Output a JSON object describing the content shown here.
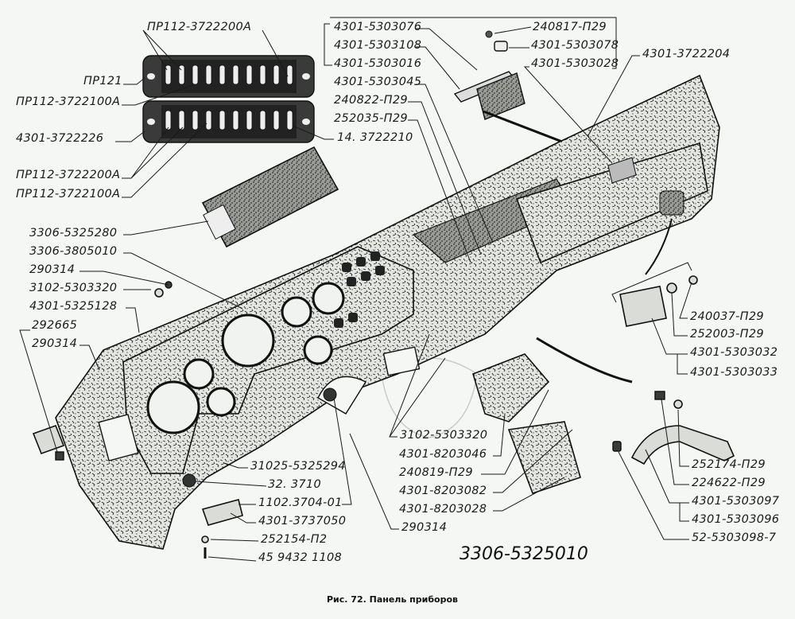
{
  "figure": {
    "caption": "Рис. 72. Панель приборов",
    "assembly_number": "3306-5325010"
  },
  "parts": {
    "fuse_blocks": [
      {
        "id": "pr112_3722200a_top",
        "label": "ПР112-3722200А"
      },
      {
        "id": "pr121",
        "label": "ПР121"
      },
      {
        "id": "pr112_3722100a_top",
        "label": "ПР112-3722100А"
      },
      {
        "id": "n4301_3722226",
        "label": "4301-3722226"
      },
      {
        "id": "pr112_3722200a_bot",
        "label": "ПР112-3722200А"
      },
      {
        "id": "pr112_3722100a_bot",
        "label": "ПР112-3722100А"
      },
      {
        "id": "n14_3722210",
        "label": "14. 3722210"
      }
    ],
    "glovebox_lock": [
      {
        "id": "n4301_5303076",
        "label": "4301-5303076"
      },
      {
        "id": "n4301_5303108",
        "label": "4301-5303108"
      },
      {
        "id": "n4301_5303016",
        "label": "4301-5303016"
      },
      {
        "id": "n240817_p29",
        "label": "240817-П29"
      },
      {
        "id": "n4301_5303078",
        "label": "4301-5303078"
      },
      {
        "id": "n4301_5303028",
        "label": "4301-5303028"
      },
      {
        "id": "n4301_3722204",
        "label": "4301-3722204"
      },
      {
        "id": "n4301_5303045",
        "label": "4301-5303045"
      },
      {
        "id": "n240822_p29",
        "label": "240822-П29"
      },
      {
        "id": "n252035_p29",
        "label": "252035-П29"
      }
    ],
    "left_side": [
      {
        "id": "n3306_5325280",
        "label": "3306-5325280"
      },
      {
        "id": "n3306_3805010",
        "label": "3306-3805010"
      },
      {
        "id": "n290314_a",
        "label": "290314"
      },
      {
        "id": "n3102_5303320_a",
        "label": "3102-5303320"
      },
      {
        "id": "n4301_5325128",
        "label": "4301-5325128"
      },
      {
        "id": "n292665",
        "label": "292665"
      },
      {
        "id": "n290314_b",
        "label": "290314"
      }
    ],
    "hinge": [
      {
        "id": "n240037_p29",
        "label": "240037-П29"
      },
      {
        "id": "n252003_p29",
        "label": "252003-П29"
      },
      {
        "id": "n4301_5303032",
        "label": "4301-5303032"
      },
      {
        "id": "n4301_5303033",
        "label": "4301-5303033"
      }
    ],
    "center_bottom": [
      {
        "id": "n3102_5303320_b",
        "label": "3102-5303320"
      },
      {
        "id": "n4301_8203046",
        "label": "4301-8203046"
      },
      {
        "id": "n240819_p29",
        "label": "240819-П29"
      },
      {
        "id": "n4301_8203082",
        "label": "4301-8203082"
      },
      {
        "id": "n4301_8203028",
        "label": "4301-8203028"
      },
      {
        "id": "n290314_c",
        "label": "290314"
      }
    ],
    "bottom_left": [
      {
        "id": "n31025_5325294",
        "label": "31025-5325294"
      },
      {
        "id": "n32_3710",
        "label": "32. 3710"
      },
      {
        "id": "n1102_3704_01",
        "label": "1102.3704-01"
      },
      {
        "id": "n4301_3737050",
        "label": "4301-3737050"
      },
      {
        "id": "n252154_p2",
        "label": "252154-П2"
      },
      {
        "id": "n45_9432_1108",
        "label": "45 9432 1108"
      }
    ],
    "bracket": [
      {
        "id": "n252174_p29",
        "label": "252174-П29"
      },
      {
        "id": "n224622_p29",
        "label": "224622-П29"
      },
      {
        "id": "n4301_5303097",
        "label": "4301-5303097"
      },
      {
        "id": "n4301_5303096",
        "label": "4301-5303096"
      },
      {
        "id": "n52_5303098_7",
        "label": "52-5303098-7"
      }
    ]
  }
}
